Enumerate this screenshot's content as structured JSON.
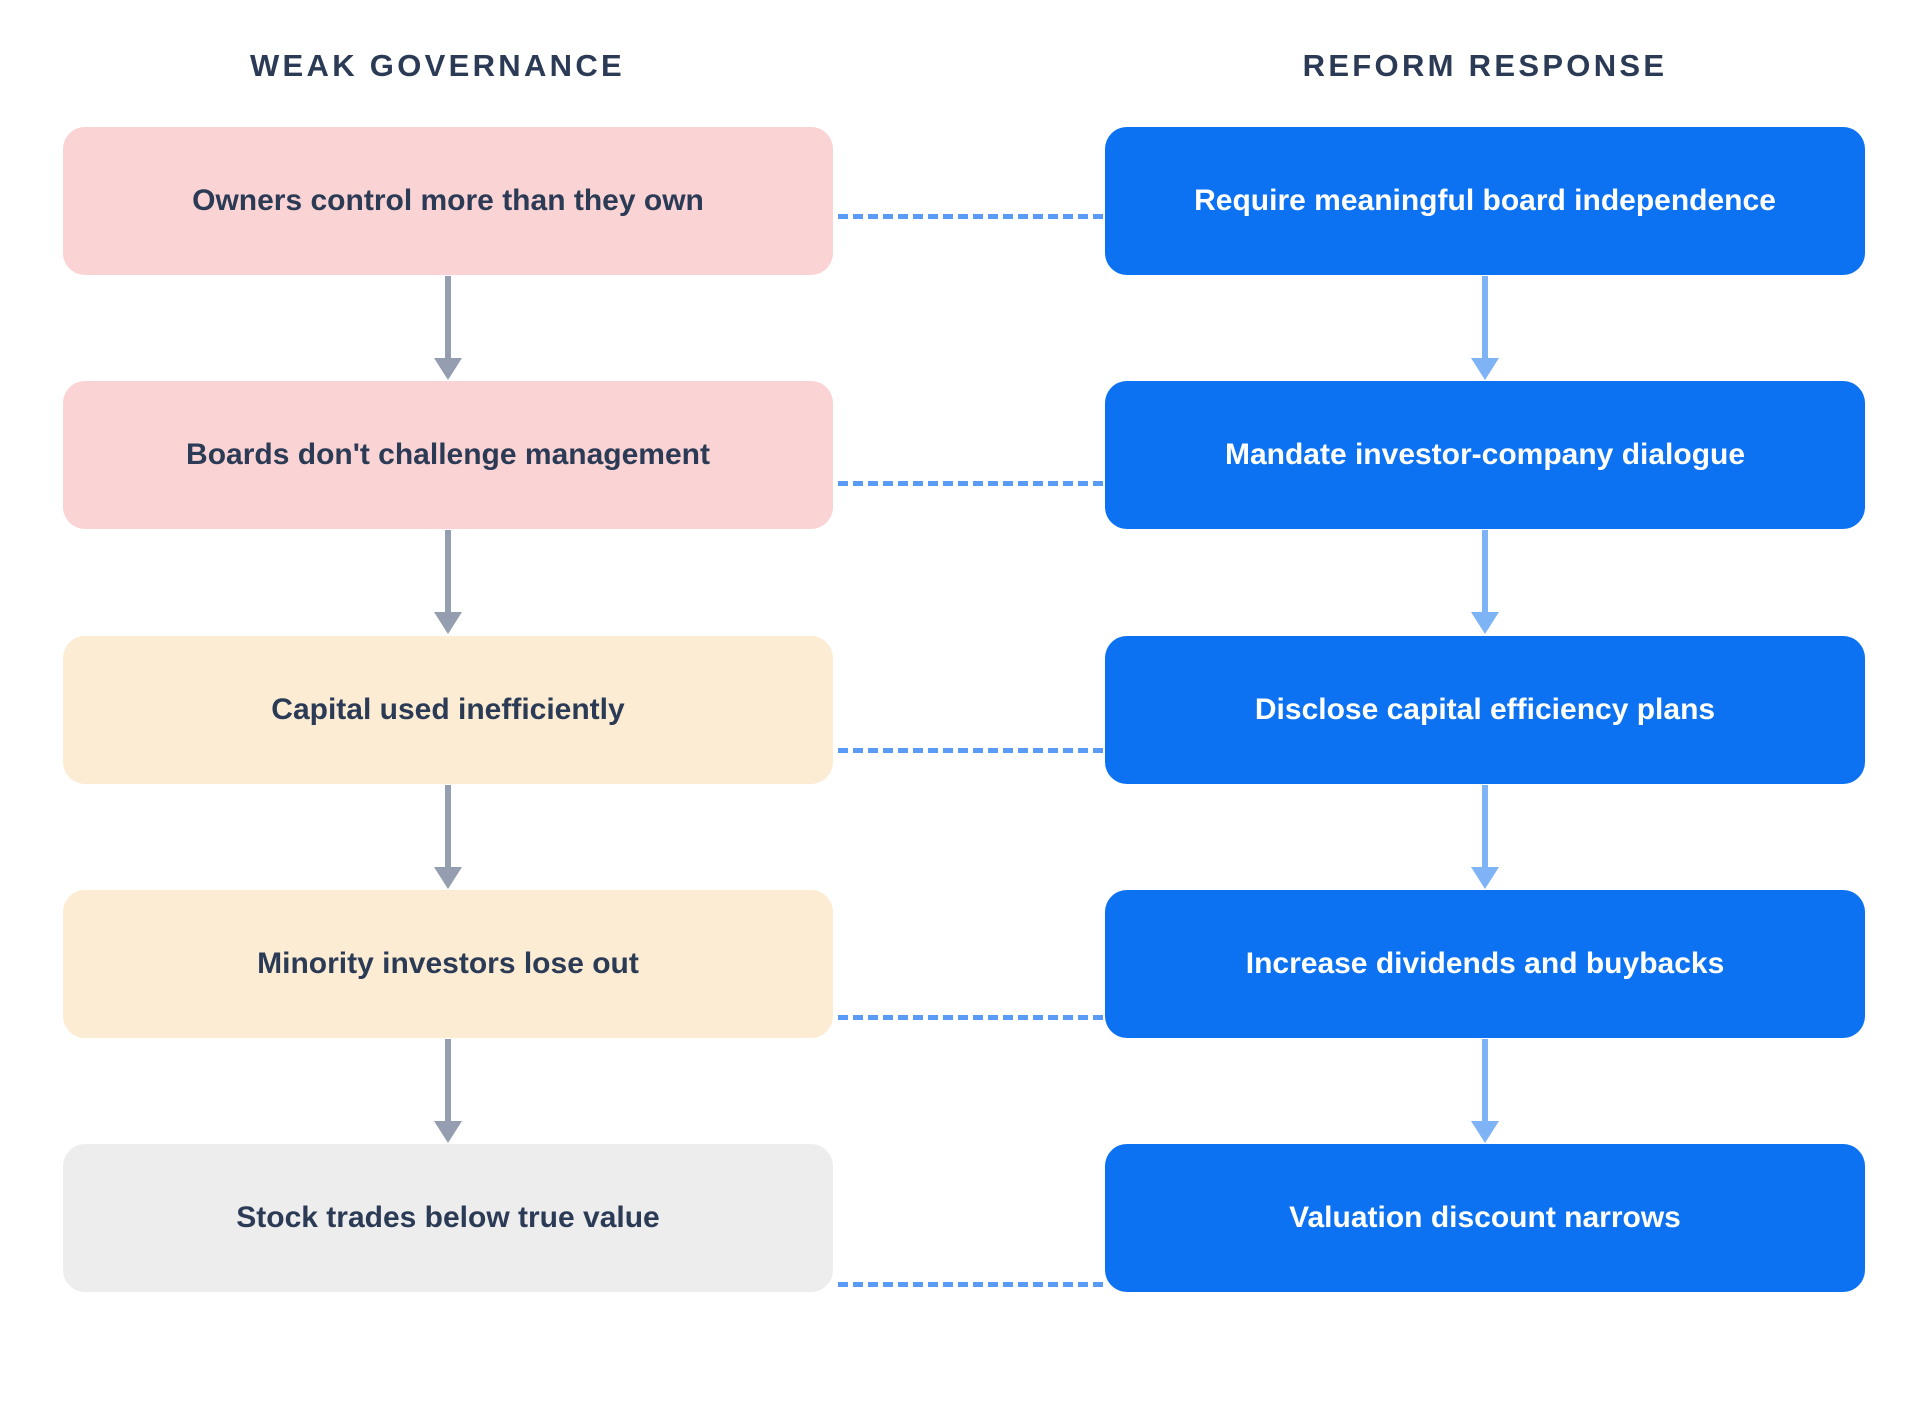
{
  "columns": {
    "left": {
      "title": "WEAK GOVERNANCE",
      "nodes": [
        {
          "label": "Owners control more than they own",
          "fill": "#FAD4D4"
        },
        {
          "label": "Boards don't challenge management",
          "fill": "#FAD4D4"
        },
        {
          "label": "Capital used inefficiently",
          "fill": "#FBECD3"
        },
        {
          "label": "Minority investors lose out",
          "fill": "#FBECD3"
        },
        {
          "label": "Stock trades below true value",
          "fill": "#EDEDED"
        }
      ]
    },
    "right": {
      "title": "REFORM RESPONSE",
      "nodes": [
        {
          "label": "Require meaningful board independence",
          "fill": "#0C72F2"
        },
        {
          "label": "Mandate investor-company dialogue",
          "fill": "#0C72F2"
        },
        {
          "label": "Disclose capital efficiency plans",
          "fill": "#0C72F2"
        },
        {
          "label": "Increase dividends and buybacks",
          "fill": "#0C72F2"
        },
        {
          "label": "Valuation discount narrows",
          "fill": "#0C72F2"
        }
      ]
    }
  },
  "connectors": {
    "left_flow_arrow_color": "#949EB0",
    "right_flow_arrow_color": "#7EB3F5",
    "cross_link_color": "#5B9BF8",
    "cross_link_style": "dashed"
  },
  "theme": {
    "background": "#FFFFFF",
    "heading_color": "#2B3A55",
    "left_text_color": "#2B3A55",
    "right_text_color": "#FFFFFF"
  }
}
